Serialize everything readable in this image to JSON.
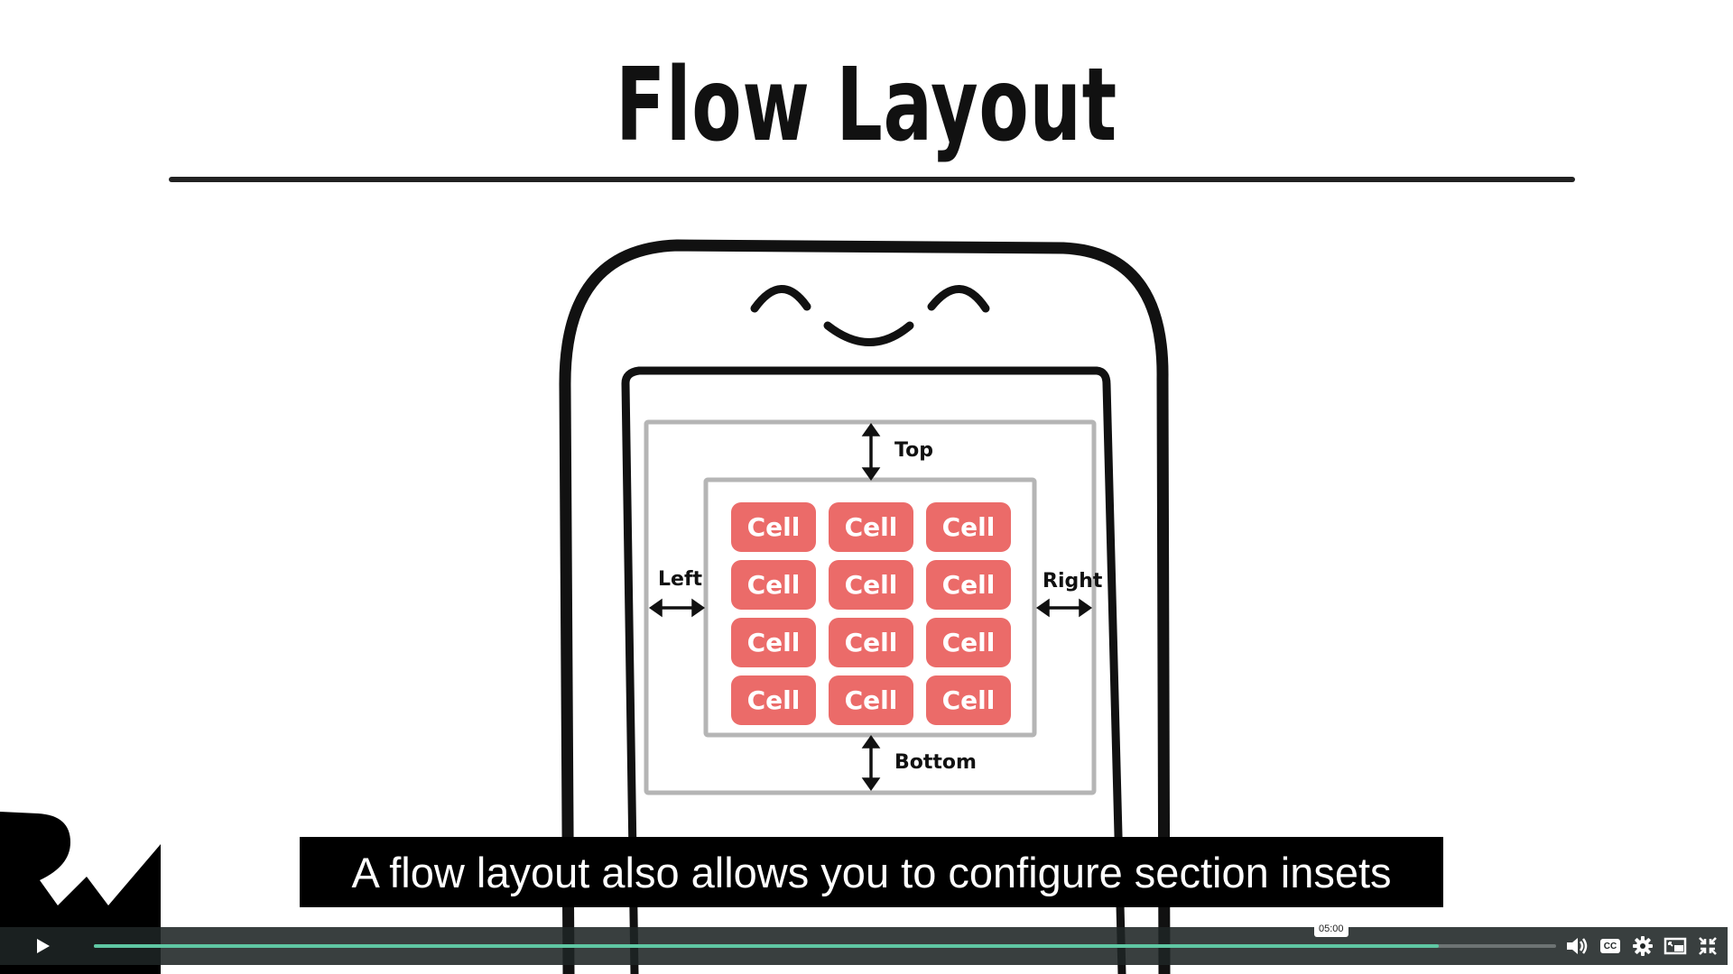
{
  "slide": {
    "title": "Flow Layout",
    "cell_label": "Cell",
    "cell_rows": 4,
    "cell_columns": 3,
    "inset_labels": {
      "top": "Top",
      "bottom": "Bottom",
      "left": "Left",
      "right": "Right"
    }
  },
  "subtitle": {
    "text": "A flow layout also allows you to configure section insets"
  },
  "player": {
    "hover_timecode": "05:00",
    "progress_fraction": 0.92,
    "controls": [
      "play-icon",
      "volume-icon",
      "closed-captions-icon",
      "settings-gear-icon",
      "picture-in-picture-icon",
      "exit-fullscreen-icon"
    ],
    "cc_label": "CC"
  },
  "colors": {
    "cell": "#eb6b69",
    "progress": "#5fc7a3",
    "control_bar": "#1e2424",
    "inset_outline": "#b5b5b5"
  },
  "logo": {
    "name": "rw-logo"
  }
}
